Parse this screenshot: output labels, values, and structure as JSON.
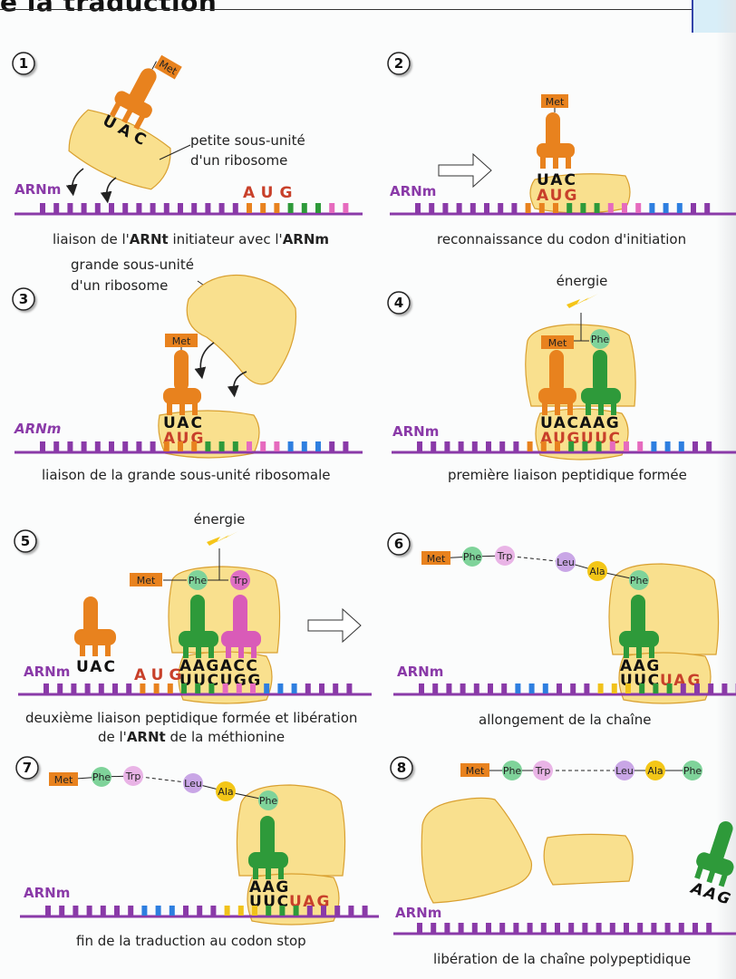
{
  "header": {
    "title": "e la traduction"
  },
  "colors": {
    "ribosome_fill": "#f9e08e",
    "ribosome_stroke": "#d9a030",
    "mrna": "#8a3aa8",
    "trna_met": "#e8821e",
    "trna_phe": "#2e9a3a",
    "trna_trp": "#d95bb8",
    "codon_start": "#e8821e",
    "codon_green": "#2e9a3a",
    "codon_pink": "#e66bbe",
    "codon_blue": "#2e7fe0",
    "codon_yellow": "#f1c21b",
    "codon_purple": "#8a3aa8",
    "stop_codon_text": "#c8402a",
    "anticodon_text": "#111111",
    "codon_text": "#c8402a",
    "energy": "#f5c518",
    "aa_phe": "#7fd39a",
    "aa_trp_step5": "#df6fc4",
    "aa_trp": "#e9b4e6",
    "aa_leu": "#c9a6e6",
    "aa_ala": "#f3c617",
    "aa_met": "#e8821e"
  },
  "common": {
    "mrna_label": "ARNm",
    "energy_label": "énergie",
    "amino_acids": {
      "met": "Met",
      "phe": "Phe",
      "trp": "Trp",
      "leu": "Leu",
      "ala": "Ala"
    }
  },
  "steps": [
    {
      "number": "1",
      "caption_parts": [
        "liaison de l'",
        "ARNt",
        " initiateur avec l'",
        "ARNm"
      ],
      "label_line1": "petite sous-unité",
      "label_line2": "d'un ribosome",
      "anticodon": "UAC",
      "codon": "AUG"
    },
    {
      "number": "2",
      "caption": "reconnaissance du codon d'initiation",
      "anticodon": "UAC",
      "codon": "AUG"
    },
    {
      "number": "3",
      "caption": "liaison de la grande sous-unité ribosomale",
      "label_line1": "grande sous-unité",
      "label_line2": "d'un ribosome",
      "anticodon": "UAC",
      "codon": "AUG"
    },
    {
      "number": "4",
      "caption": "première liaison peptidique formée",
      "anticodon": "UACAAG",
      "codon": "AUGUUC"
    },
    {
      "number": "5",
      "caption_line1": "deuxième liaison peptidique formée et libération",
      "caption_line2_parts": [
        "de l'",
        "ARNt",
        " de la méthionine"
      ],
      "released_anticodon": "UAC",
      "free_codon": "AUG",
      "anticodon": "AAGACC",
      "codon": "UUCUGG"
    },
    {
      "number": "6",
      "caption": "allongement de la chaîne",
      "anticodon": "AAG",
      "codon": "UUC",
      "stop_codon": "UAG"
    },
    {
      "number": "7",
      "caption": "fin de la traduction au codon stop",
      "anticodon": "AAG",
      "codon": "UUC",
      "stop_codon": "UAG"
    },
    {
      "number": "8",
      "caption": "libération de la chaîne polypeptidique",
      "released_anticodon": "AAG"
    }
  ]
}
